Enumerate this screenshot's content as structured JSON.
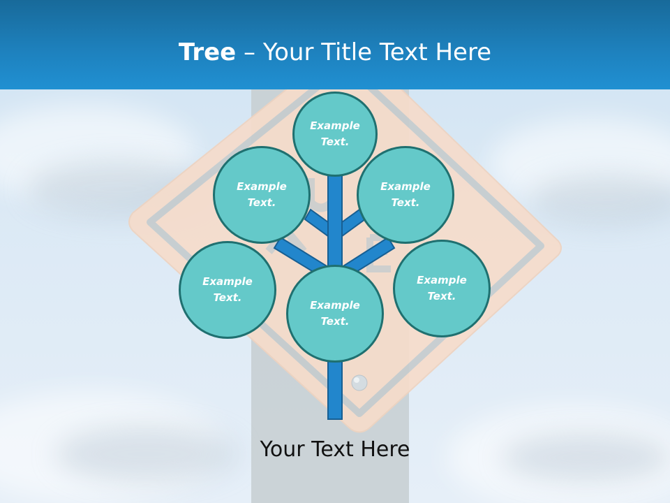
{
  "slide": {
    "title_bold": "Tree",
    "title_rest": " – Your Title Text Here",
    "caption": "Your Text Here",
    "colors": {
      "header_top": "#186a9a",
      "header_bottom": "#2090d2",
      "node_fill": "#64c9c9",
      "node_border": "#1f7070",
      "branch": "#2286cc",
      "branch_border": "#175f93",
      "sign_fill": "#f6dccb",
      "sign_stripe": "#c6ccce",
      "pole": "#c8cfd3"
    }
  },
  "diagram": {
    "type": "tree",
    "nodes": [
      {
        "id": "top",
        "line1": "Example",
        "line2": "Text."
      },
      {
        "id": "upper-left",
        "line1": "Example",
        "line2": "Text."
      },
      {
        "id": "upper-right",
        "line1": "Example",
        "line2": "Text."
      },
      {
        "id": "lower-left",
        "line1": "Example",
        "line2": "Text."
      },
      {
        "id": "lower-right",
        "line1": "Example",
        "line2": "Text."
      },
      {
        "id": "center",
        "line1": "Example",
        "line2": "Text."
      }
    ]
  }
}
